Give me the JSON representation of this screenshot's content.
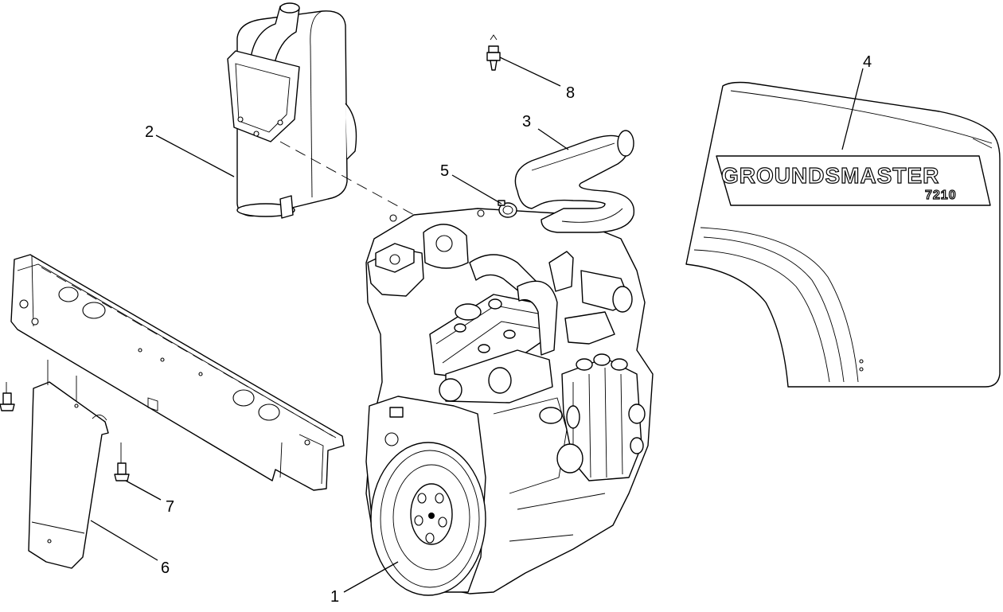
{
  "callouts": {
    "c1": "1",
    "c2": "2",
    "c3": "3",
    "c4": "4",
    "c5": "5",
    "c6": "6",
    "c7": "7",
    "c8": "8"
  },
  "decal": {
    "brand": "GROUNDSMASTER",
    "model": "7210"
  }
}
